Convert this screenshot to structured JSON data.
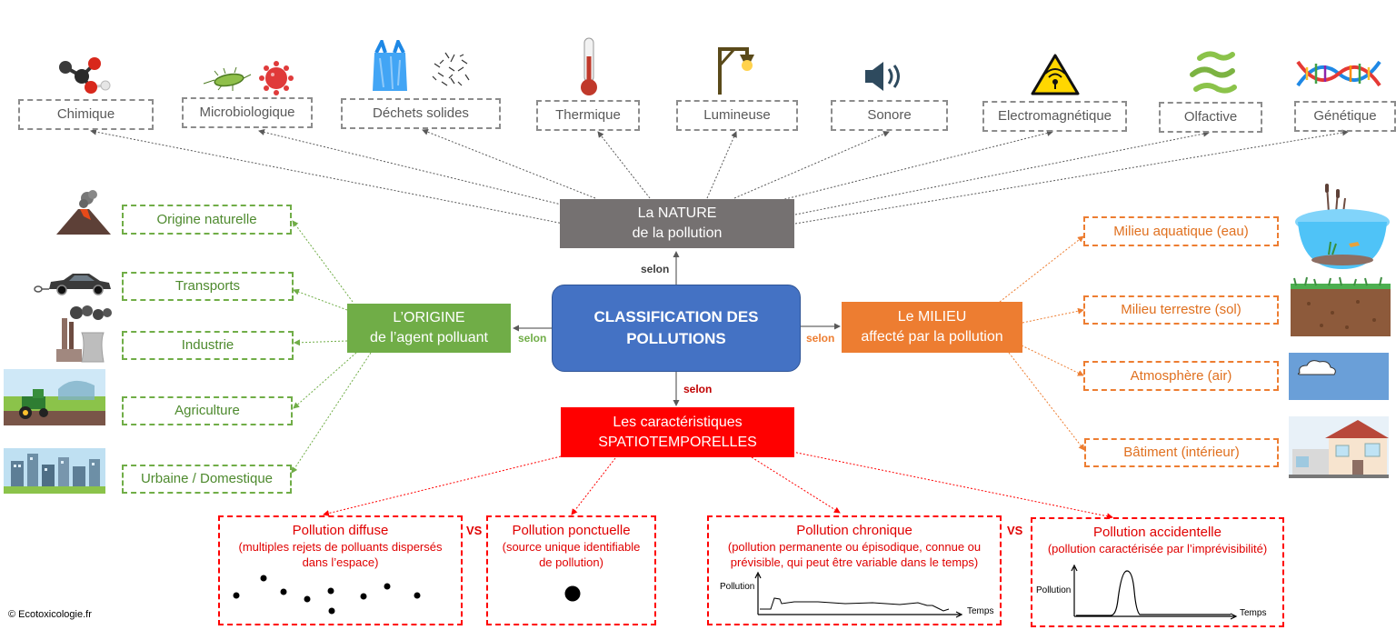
{
  "center": {
    "line1": "CLASSIFICATION DES",
    "line2": "POLLUTIONS"
  },
  "selon": "selon",
  "vs": "VS",
  "nature": {
    "line1": "La NATURE",
    "line2": "de la pollution",
    "items": [
      "Chimique",
      "Microbiologique",
      "Déchets solides",
      "Thermique",
      "Lumineuse",
      "Sonore",
      "Electromagnétique",
      "Olfactive",
      "Génétique"
    ]
  },
  "origine": {
    "line1": "L’ORIGINE",
    "line2": "de l’agent polluant",
    "items": [
      "Origine naturelle",
      "Transports",
      "Industrie",
      "Agriculture",
      "Urbaine / Domestique"
    ]
  },
  "milieu": {
    "line1": "Le MILIEU",
    "line2": "affecté par la pollution",
    "items": [
      "Milieu aquatique (eau)",
      "Milieu terrestre (sol)",
      "Atmosphère (air)",
      "Bâtiment (intérieur)"
    ]
  },
  "spatio": {
    "line1": "Les caractéristiques",
    "line2": "SPATIOTEMPORELLES",
    "diffuse": {
      "title": "Pollution diffuse",
      "desc1": "(multiples rejets de polluants dispersés",
      "desc2": "dans l’espace)"
    },
    "ponctuelle": {
      "title": "Pollution ponctuelle",
      "desc1": "(source unique identifiable",
      "desc2": "de pollution)"
    },
    "chronique": {
      "title": "Pollution chronique",
      "desc1": "(pollution permanente ou épisodique, connue ou",
      "desc2": "prévisible, qui peut être variable dans le temps)"
    },
    "accidentelle": {
      "title": "Pollution accidentelle",
      "desc1": "(pollution caractérisée par l’imprévisibilité)"
    },
    "axis_y": "Pollution",
    "axis_x": "Temps"
  },
  "colors": {
    "gray": "#757171",
    "green": "#70ad47",
    "orange": "#ed7d31",
    "red": "#ff0000",
    "blue": "#4472c4"
  },
  "copyright": "© Ecotoxicologie.fr"
}
